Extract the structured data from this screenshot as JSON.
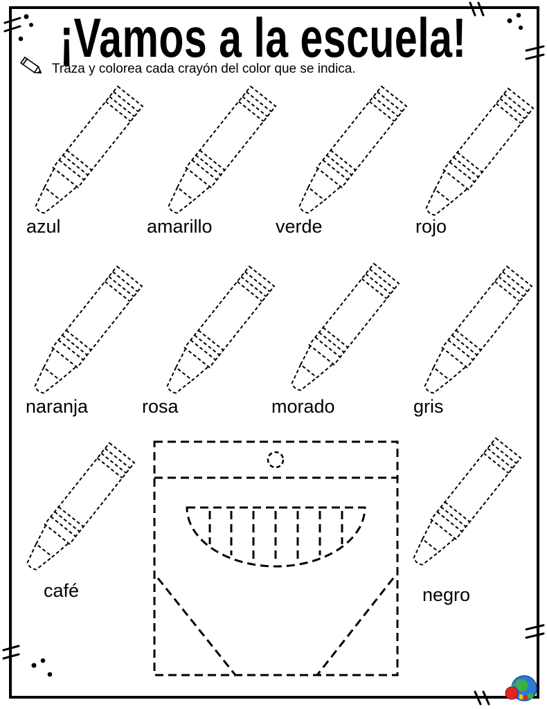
{
  "worksheet": {
    "title": "¡Vamos a la escuela!",
    "instruction": "Traza y colorea cada crayón del color que se indica."
  },
  "crayons": [
    {
      "label": "azul"
    },
    {
      "label": "amarillo"
    },
    {
      "label": "verde"
    },
    {
      "label": "rojo"
    },
    {
      "label": "naranja"
    },
    {
      "label": "rosa"
    },
    {
      "label": "morado"
    },
    {
      "label": "gris"
    },
    {
      "label": "café"
    },
    {
      "label": "negro"
    }
  ],
  "icons": {
    "instruction": "pencil-icon",
    "corner_logo": "globe-apple-logo"
  },
  "colors": {
    "ink": "#000000",
    "paper": "#ffffff",
    "logo_globe": "#2b7bd6",
    "logo_land": "#3fae49",
    "logo_apple": "#e02424"
  }
}
